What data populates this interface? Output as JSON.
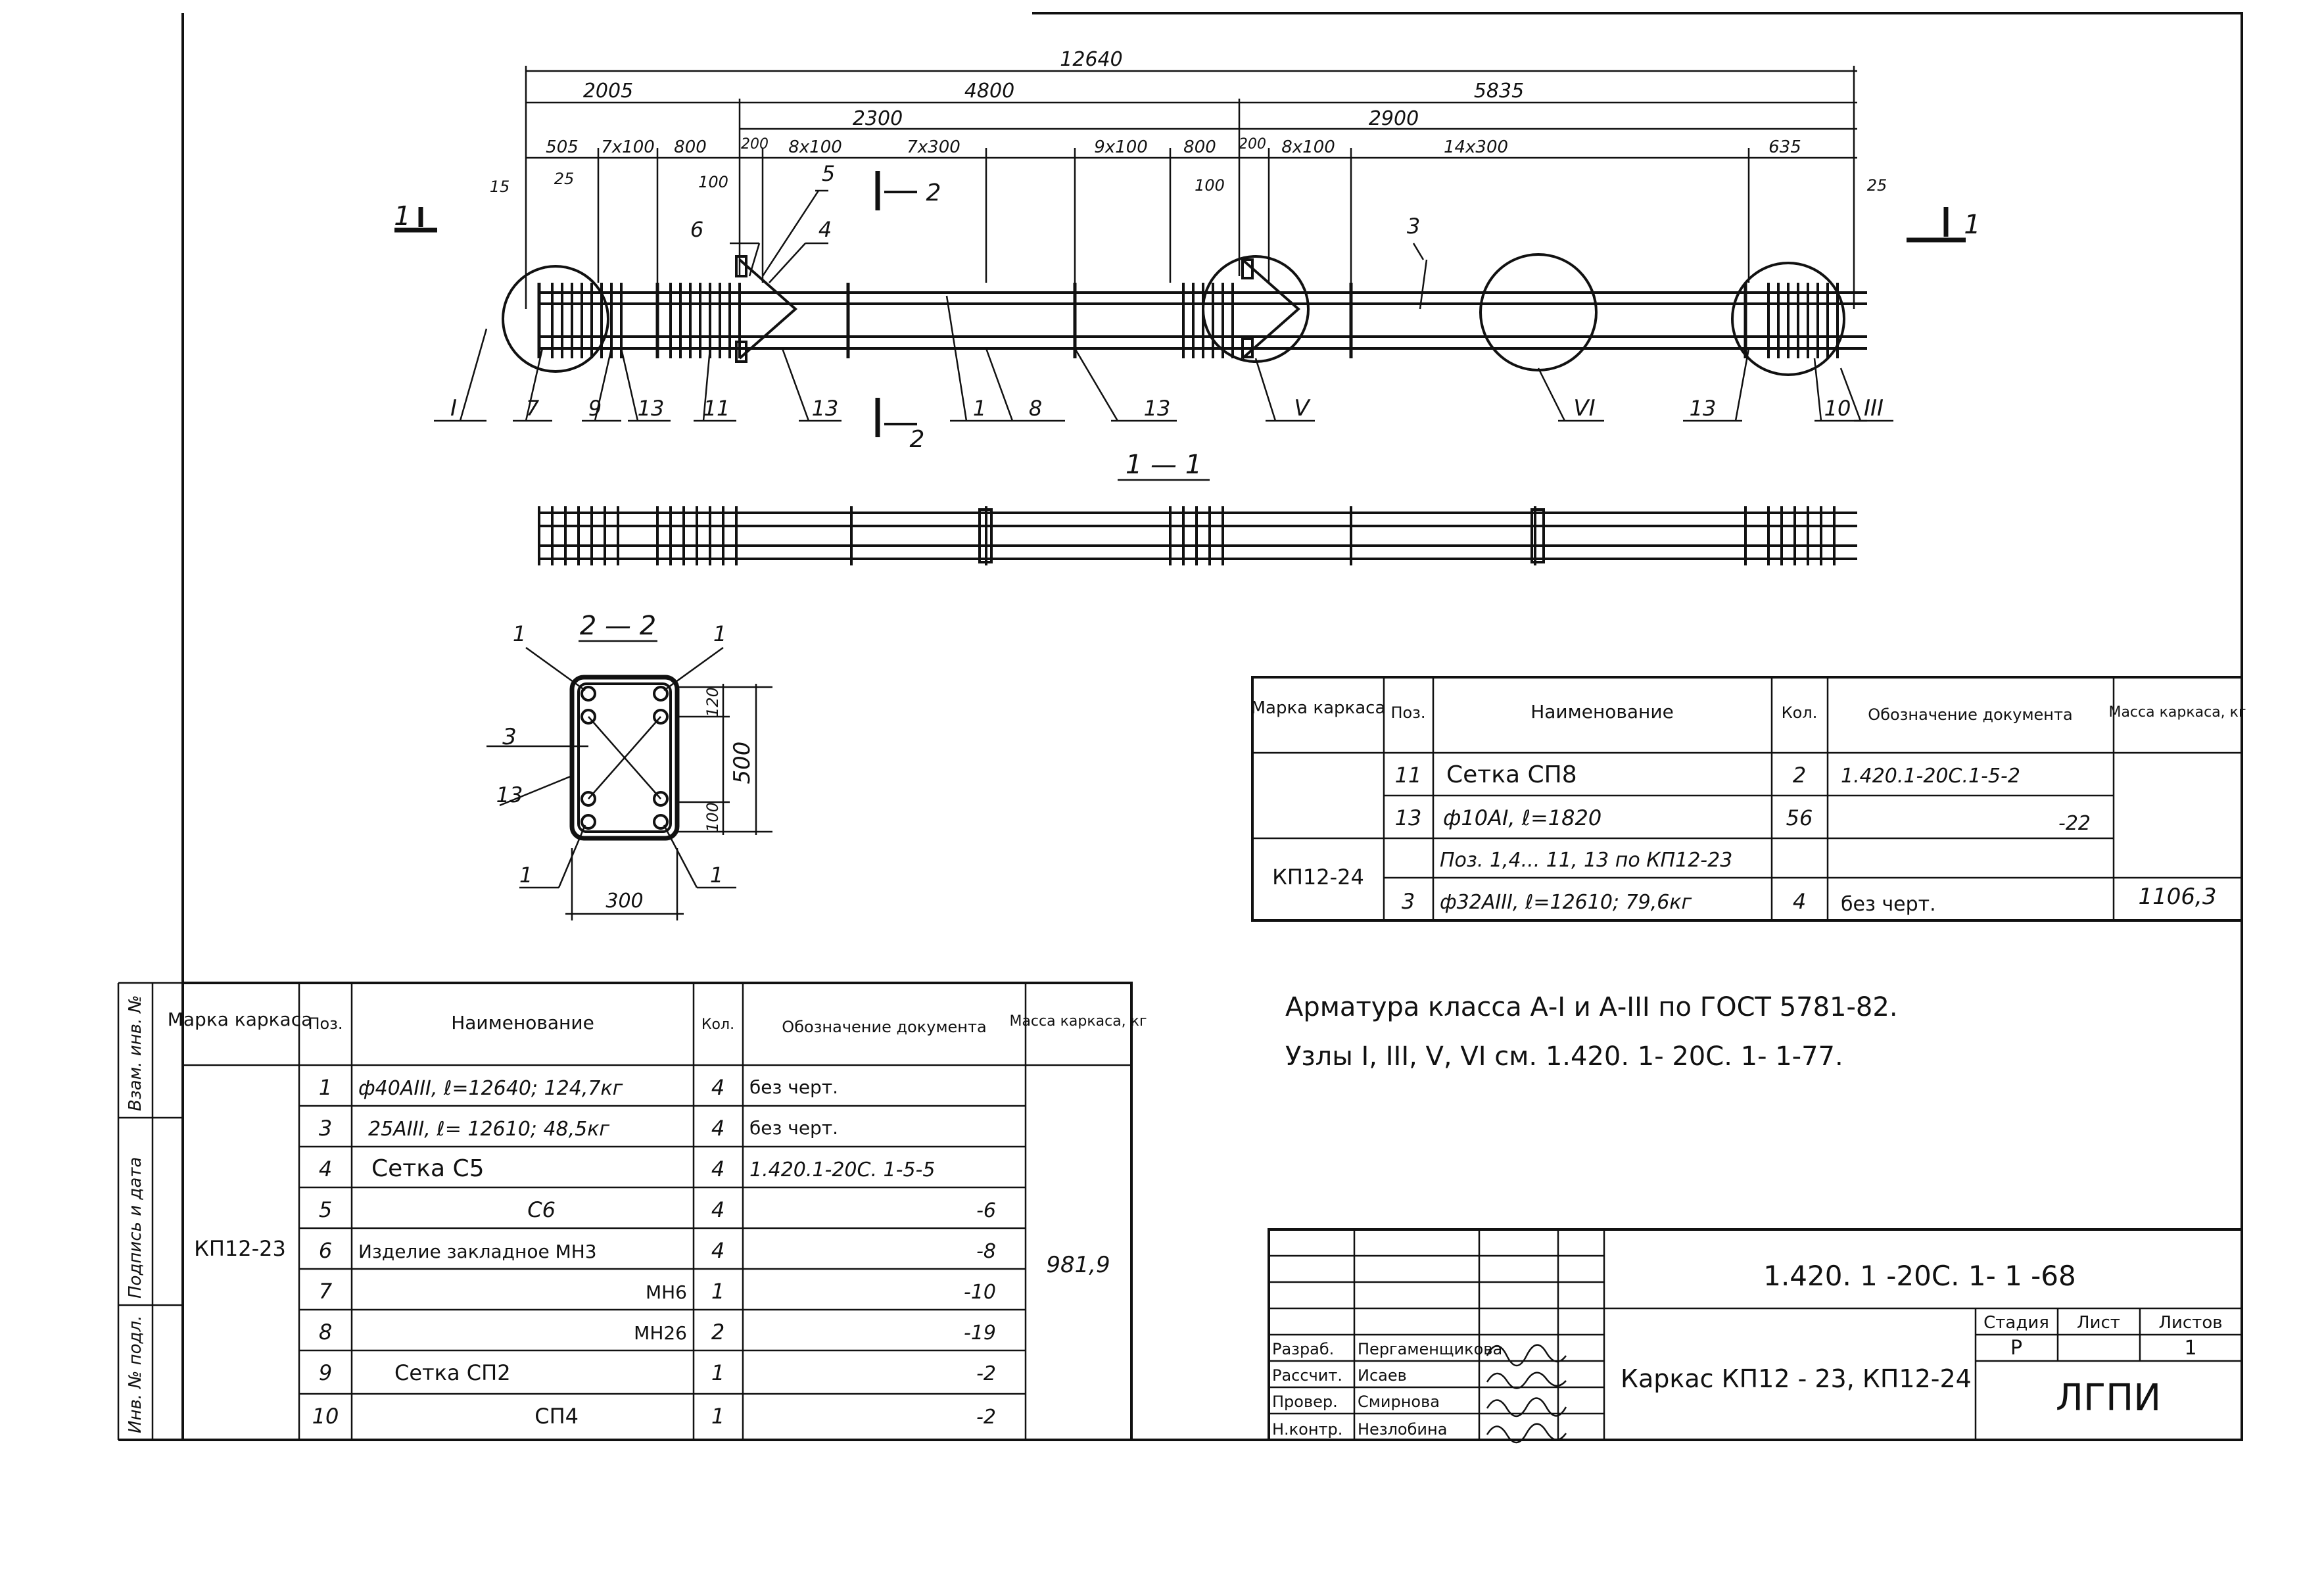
{
  "elevation": {
    "section_mark_left": "1",
    "section_mark_right": "1",
    "section_mark_22": "2",
    "dims": {
      "overall": "12640",
      "row2": [
        "2005",
        "4800",
        "5835"
      ],
      "row3": [
        "2300",
        "2900"
      ],
      "row4": [
        "505",
        "7x100",
        "800",
        "200",
        "8x100",
        "7x300",
        "9x100",
        "800",
        "200",
        "8x100",
        "14x300",
        "635"
      ],
      "small": [
        "15",
        "25",
        "100",
        "100",
        "25"
      ]
    },
    "pos_top": [
      "5",
      "6",
      "4",
      "3"
    ],
    "pos_bottom": [
      "7",
      "9",
      "13",
      "11",
      "13",
      "1",
      "8",
      "13",
      "13",
      "10"
    ],
    "nodes": [
      "I",
      "V",
      "VI",
      "III"
    ]
  },
  "section_11": {
    "title": "1 — 1"
  },
  "section_22": {
    "title": "2 — 2",
    "labels": [
      "1",
      "1",
      "3",
      "13",
      "1",
      "1"
    ],
    "dims": {
      "height": "500",
      "top": "120",
      "bottom": "100",
      "width": "300"
    }
  },
  "table_right": {
    "headers": [
      "Марка каркаса",
      "Поз.",
      "Наименование",
      "Кол.",
      "Обозначение документа",
      "Масса каркаса, кг"
    ],
    "mark": "КП12-24",
    "mass": "1106,3",
    "rows": [
      {
        "pos": "11",
        "name": "Сетка  СП8",
        "qty": "2",
        "doc": "1.420.1-20С.1-5-2"
      },
      {
        "pos": "13",
        "name": "ф10АI, ℓ=1820",
        "qty": "56",
        "doc": "-22"
      },
      {
        "pos": "",
        "name": "Поз. 1,4... 11, 13 по КП12-23",
        "qty": "",
        "doc": ""
      },
      {
        "pos": "3",
        "name": "ф32АIII, ℓ=12610;  79,6кг",
        "qty": "4",
        "doc": "без  черт."
      }
    ]
  },
  "table_left": {
    "headers": [
      "Марка каркаса",
      "Поз.",
      "Наименование",
      "Кол.",
      "Обозначение документа",
      "Масса каркаса, кг"
    ],
    "mark": "КП12-23",
    "mass": "981,9",
    "rows": [
      {
        "pos": "1",
        "name": "ф40АIII, ℓ=12640;  124,7кг",
        "qty": "4",
        "doc": "без  черт."
      },
      {
        "pos": "3",
        "name": "25АIII, ℓ= 12610;  48,5кг",
        "qty": "4",
        "doc": "без  черт."
      },
      {
        "pos": "4",
        "name": "Сетка   С5",
        "qty": "4",
        "doc": "1.420.1-20С. 1-5-5"
      },
      {
        "pos": "5",
        "name": "С6",
        "qty": "4",
        "doc": "-6"
      },
      {
        "pos": "6",
        "name": "Изделие закладное МН3",
        "qty": "4",
        "doc": "-8"
      },
      {
        "pos": "7",
        "name": "МН6",
        "qty": "1",
        "doc": "-10"
      },
      {
        "pos": "8",
        "name": "МН26",
        "qty": "2",
        "doc": "-19"
      },
      {
        "pos": "9",
        "name": "Сетка  СП2",
        "qty": "1",
        "doc": "-2"
      },
      {
        "pos": "10",
        "name": "СП4",
        "qty": "1",
        "doc": "-2"
      }
    ]
  },
  "notes": [
    "Арматура  класса  А-I и А-III  по  ГОСТ 5781-82.",
    "Узлы  I, III, V, VI  см. 1.420. 1- 20С. 1- 1-77."
  ],
  "side_stamp": [
    "Инв. № подл.",
    "Подпись и дата",
    "Взам. инв. №"
  ],
  "title_block": {
    "code": "1.420. 1 -20С.  1- 1 -68",
    "title": "Каркас КП12 - 23, КП12-24",
    "org": "ЛГПИ",
    "stage_label": "Стадия",
    "sheet_label": "Лист",
    "sheets_label": "Листов",
    "stage": "Р",
    "sheets": "1",
    "roles": [
      "Разраб.",
      "Рассчит.",
      "Провер.",
      "Н.контр."
    ],
    "names": [
      "Пергаменщикова",
      "Исаев",
      "Смирнова",
      "Незлобина"
    ]
  }
}
